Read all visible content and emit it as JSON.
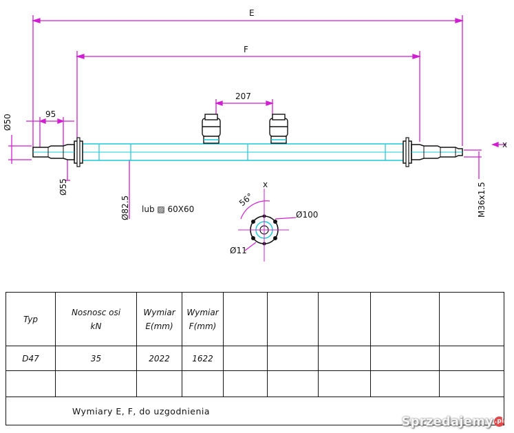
{
  "drawing": {
    "dimensions": {
      "E": "E",
      "F": "F",
      "d207": "207",
      "d95": "95",
      "phi50": "Ø50",
      "phi55": "Ø55",
      "phi82_5": "Ø82.5",
      "m36": "M36x1.5",
      "phi100": "Ø100",
      "phi11": "Ø11",
      "angle": "56°",
      "x": "x",
      "profile_note": "lub ▨ 60X60"
    },
    "colors": {
      "dimension": "#d01fd0",
      "axle": "#18c8d8",
      "outline": "#111111"
    }
  },
  "table": {
    "headers": [
      "Typ",
      "Nosnosc osi kN",
      "Wymiar E(mm)",
      "Wymiar F(mm)",
      "",
      "",
      "",
      "",
      ""
    ],
    "header_lines": [
      [
        "Typ"
      ],
      [
        "Nosnosc osi",
        "kN"
      ],
      [
        "Wymiar",
        "E(mm)"
      ],
      [
        "Wymiar",
        "F(mm)"
      ]
    ],
    "rows": [
      [
        "D47",
        "35",
        "2022",
        "1622",
        "",
        "",
        "",
        "",
        ""
      ],
      [
        "",
        "",
        "",
        "",
        "",
        "",
        "",
        "",
        ""
      ]
    ],
    "note": "Wymiary E, F, do uzgodnienia"
  },
  "watermark": {
    "text": "Sprzedajemy",
    "suffix": ".pl"
  }
}
